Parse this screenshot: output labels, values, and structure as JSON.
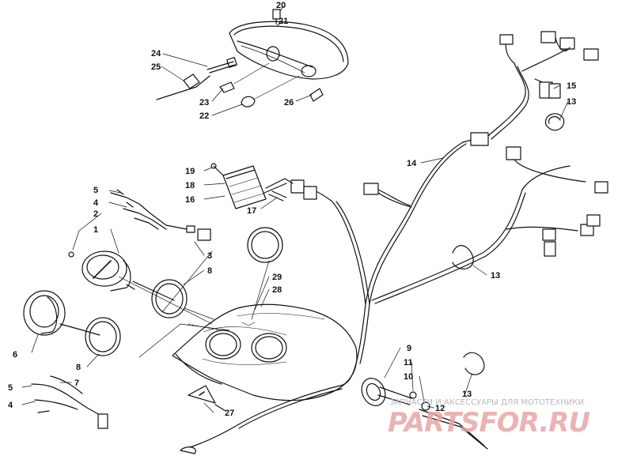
{
  "diagram": {
    "callouts": {
      "c1": "1",
      "c2": "2",
      "c3": "3",
      "c4a": "4",
      "c4b": "4",
      "c5a": "5",
      "c5b": "5",
      "c6": "6",
      "c7": "7",
      "c8a": "8",
      "c8b": "8",
      "c9": "9",
      "c10": "10",
      "c11": "11",
      "c12": "12",
      "c13a": "13",
      "c13b": "13",
      "c13c": "13",
      "c14": "14",
      "c15": "15",
      "c16": "16",
      "c17": "17",
      "c18": "18",
      "c19": "19",
      "c20": "20",
      "c21": "21",
      "c22": "22",
      "c23": "23",
      "c24": "24",
      "c25": "25",
      "c26": "26",
      "c27": "27",
      "c28": "28",
      "c29": "29"
    }
  },
  "watermark": {
    "tagline": "ЗАПЧАСТИ И АКСЕССУАРЫ ДЛЯ МОТОТЕХНИКИ",
    "logo": "PARTSFOR.RU"
  }
}
